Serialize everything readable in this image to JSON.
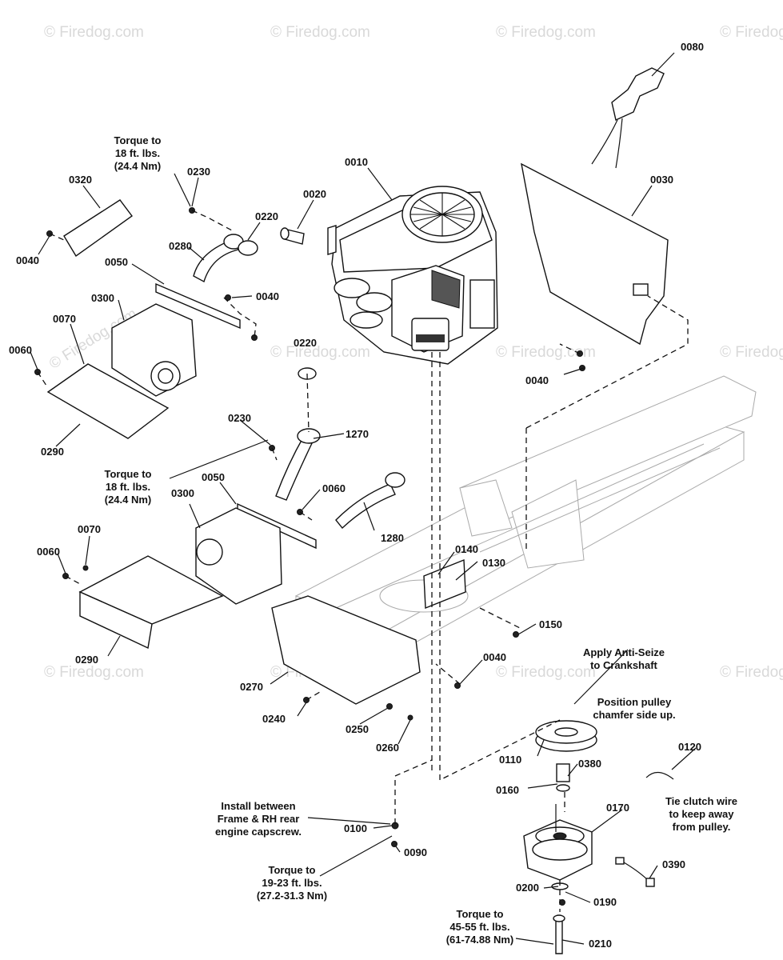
{
  "watermark": "© Firedog.com",
  "parts": {
    "p0080": "0080",
    "p0030": "0030",
    "p0010": "0010",
    "p0020": "0020",
    "p0320": "0320",
    "p0230a": "0230",
    "p0220a": "0220",
    "p0280": "0280",
    "p0040a": "0040",
    "p0050a": "0050",
    "p0040b": "0040",
    "p0300a": "0300",
    "p0070a": "0070",
    "p0060a": "0060",
    "p0290a": "0290",
    "p0220b": "0220",
    "p0040c": "0040",
    "p0230b": "0230",
    "p1270": "1270",
    "p0050b": "0050",
    "p0060b": "0060",
    "p0300b": "0300",
    "p1280": "1280",
    "p0070b": "0070",
    "p0060c": "0060",
    "p0290b": "0290",
    "p0140": "0140",
    "p0130": "0130",
    "p0150": "0150",
    "p0040d": "0040",
    "p0270": "0270",
    "p0240": "0240",
    "p0250": "0250",
    "p0260": "0260",
    "p0110": "0110",
    "p0120": "0120",
    "p0160": "0160",
    "p0380": "0380",
    "p0170": "0170",
    "p0100": "0100",
    "p0090": "0090",
    "p0390": "0390",
    "p0200": "0200",
    "p0190": "0190",
    "p0210": "0210"
  },
  "notes": {
    "torque_top": "Torque to\n18 ft. lbs.\n(24.4 Nm)",
    "torque_mid": "Torque to\n18 ft. lbs.\n(24.4 Nm)",
    "anti_seize": "Apply Anti-Seize\nto Crankshaft",
    "pulley": "Position pulley\nchamfer side up.",
    "clutch_wire": "Tie clutch wire\nto keep away\nfrom pulley.",
    "install_between": "Install between\nFrame & RH rear\nengine capscrew.",
    "torque_19_23": "Torque to\n19-23 ft. lbs.\n(27.2-31.3 Nm)",
    "torque_45_55": "Torque to\n45-55 ft. lbs.\n(61-74.88 Nm)"
  }
}
